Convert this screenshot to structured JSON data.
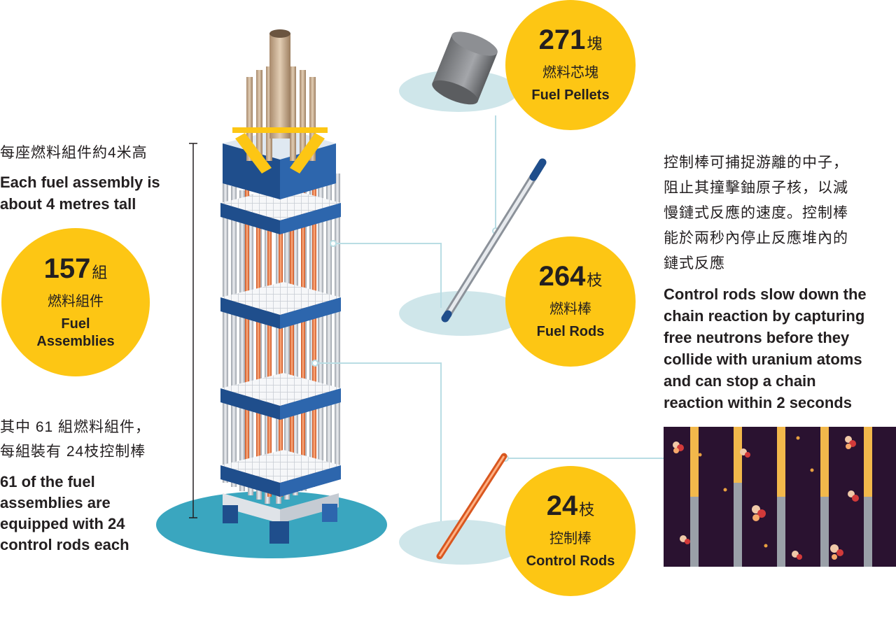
{
  "left": {
    "height_zh": "每座燃料組件約4米高",
    "height_en_1": "Each fuel assembly is",
    "height_en_2": "about 4 metres tall",
    "control_zh_1": "其中 61 組燃料組件，",
    "control_zh_2": "每組裝有 24枝控制棒",
    "control_en_1": "61 of the fuel",
    "control_en_2": "assemblies are",
    "control_en_3": "equipped with 24",
    "control_en_4": "control rods each"
  },
  "circles": {
    "assemblies": {
      "number": "157",
      "unit": "組",
      "zh": "燃料組件",
      "en_1": "Fuel",
      "en_2": "Assemblies"
    },
    "pellets": {
      "number": "271",
      "unit": "塊",
      "zh": "燃料芯塊",
      "en_1": "Fuel Pellets"
    },
    "rods": {
      "number": "264",
      "unit": "枝",
      "zh": "燃料棒",
      "en_1": "Fuel Rods"
    },
    "control": {
      "number": "24",
      "unit": "枝",
      "zh": "控制棒",
      "en_1": "Control Rods"
    }
  },
  "right": {
    "zh_1": "控制棒可捕捉游離的中子，",
    "zh_2": "阻止其撞擊鈾原子核，以減",
    "zh_3": "慢鏈式反應的速度。控制棒",
    "zh_4": "能於兩秒內停止反應堆內的",
    "zh_5": "鏈式反應",
    "en_1": "Control rods slow down the",
    "en_2": "chain reaction by capturing",
    "en_3": "free neutrons before they",
    "en_4": "collide with uranium atoms",
    "en_5": "and can stop a chain",
    "en_6": "reaction within 2 seconds"
  },
  "colors": {
    "yellow": "#fdc614",
    "navy": "#1f4e8c",
    "teal_base": "#3aa6bf",
    "pale_disc": "#cfe6ea",
    "copper": "#e8692b",
    "grey_rod": "#c9cdd3",
    "dark_panel": "#2a1230"
  }
}
